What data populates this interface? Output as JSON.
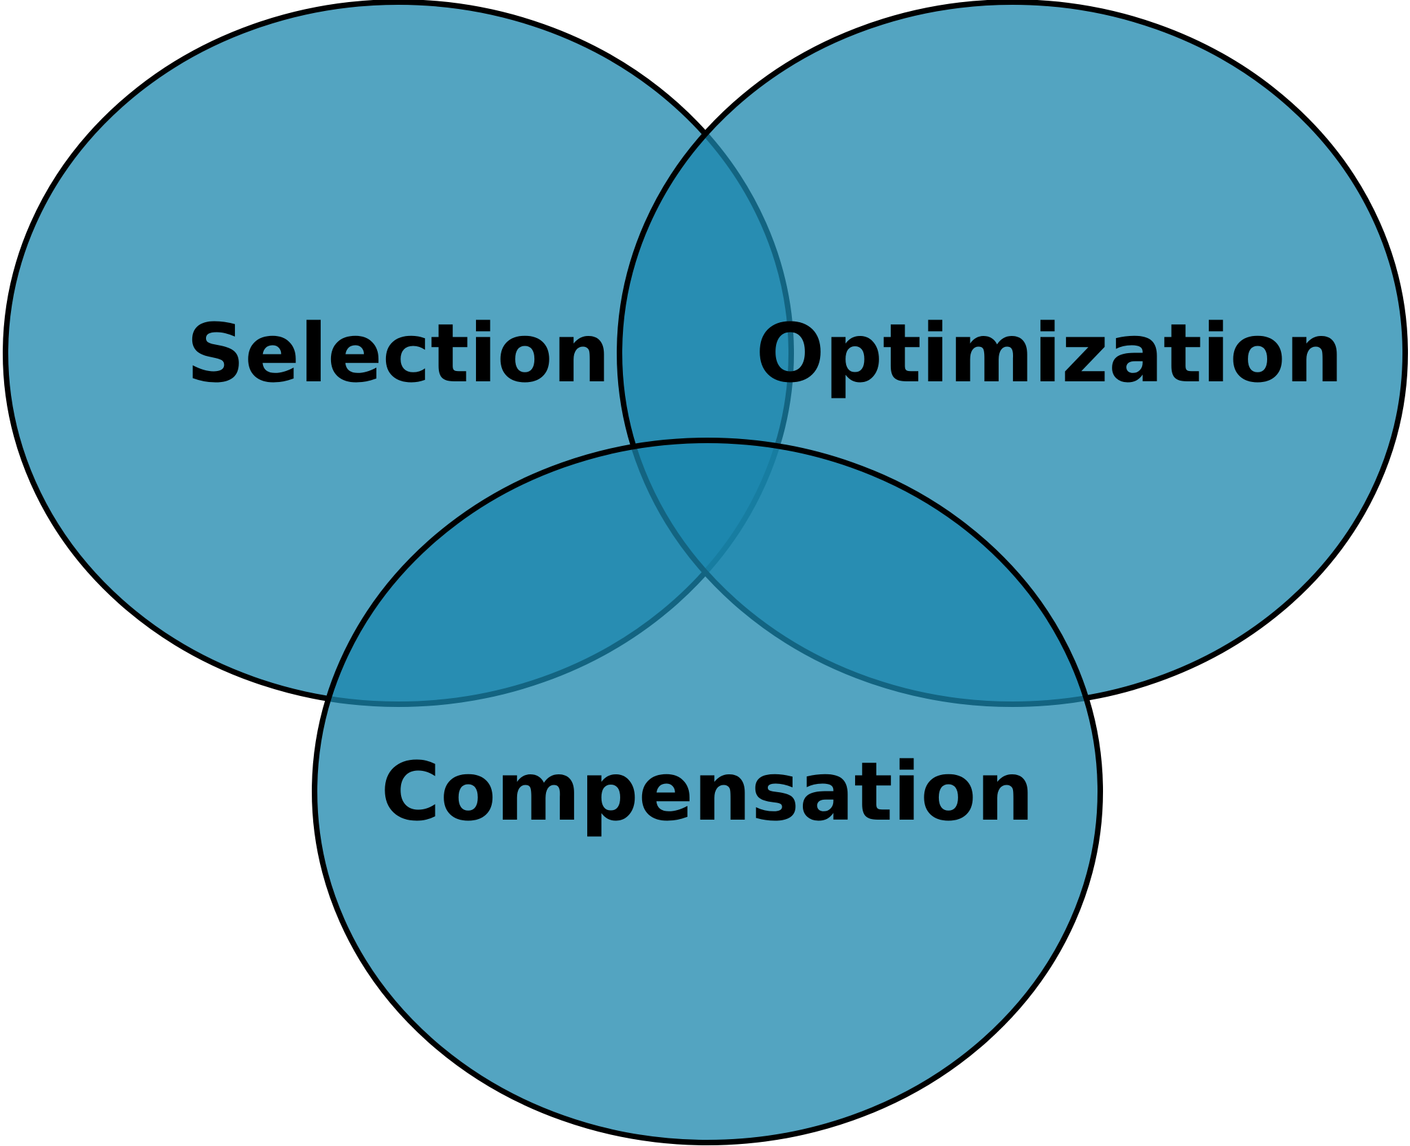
{
  "diagram": {
    "title": "",
    "sets": [
      {
        "id": "selection",
        "label": "Selection"
      },
      {
        "id": "optimization",
        "label": "Optimization"
      },
      {
        "id": "compensation",
        "label": "Compensation"
      }
    ],
    "colors": {
      "fill": "#1a86ac",
      "fill_opacity": "0.75",
      "stroke": "#000000"
    }
  }
}
